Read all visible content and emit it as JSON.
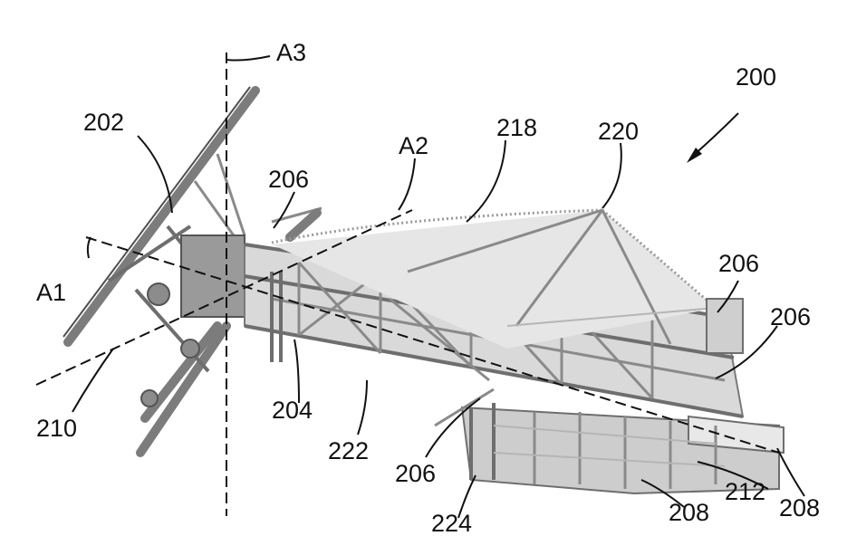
{
  "figure": {
    "labels": {
      "assembly": "200",
      "ref_202": "202",
      "ref_204": "204",
      "ref_206_a": "206",
      "ref_206_b": "206",
      "ref_206_c": "206",
      "ref_206_d": "206",
      "ref_208_a": "208",
      "ref_208_b": "208",
      "ref_210": "210",
      "ref_212": "212",
      "ref_218": "218",
      "ref_220": "220",
      "ref_222": "222",
      "ref_224": "224",
      "axis_a1": "A1",
      "axis_a2": "A2",
      "axis_a3": "A3"
    }
  }
}
